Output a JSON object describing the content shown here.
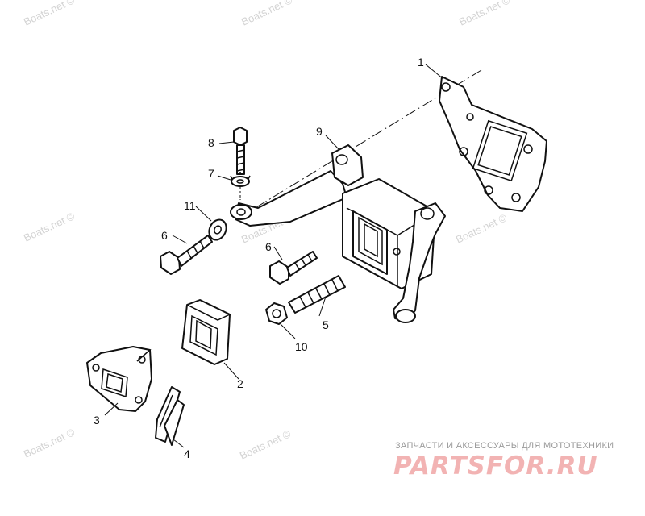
{
  "watermark": {
    "text": "Boats.net ©",
    "color": "#d4d4d4"
  },
  "brand": {
    "tagline": "ЗАПЧАСТИ И АКСЕССУАРЫ ДЛЯ МОТОТЕХНИКИ",
    "logo_text": "PARTSFOR.RU",
    "logo_color": "#f2b3b3"
  },
  "callouts": {
    "c1": "1",
    "c2": "2",
    "c3": "3",
    "c4": "4",
    "c5": "5",
    "c6a": "6",
    "c6b": "6",
    "c7": "7",
    "c8": "8",
    "c9": "9",
    "c10": "10",
    "c11": "11"
  }
}
